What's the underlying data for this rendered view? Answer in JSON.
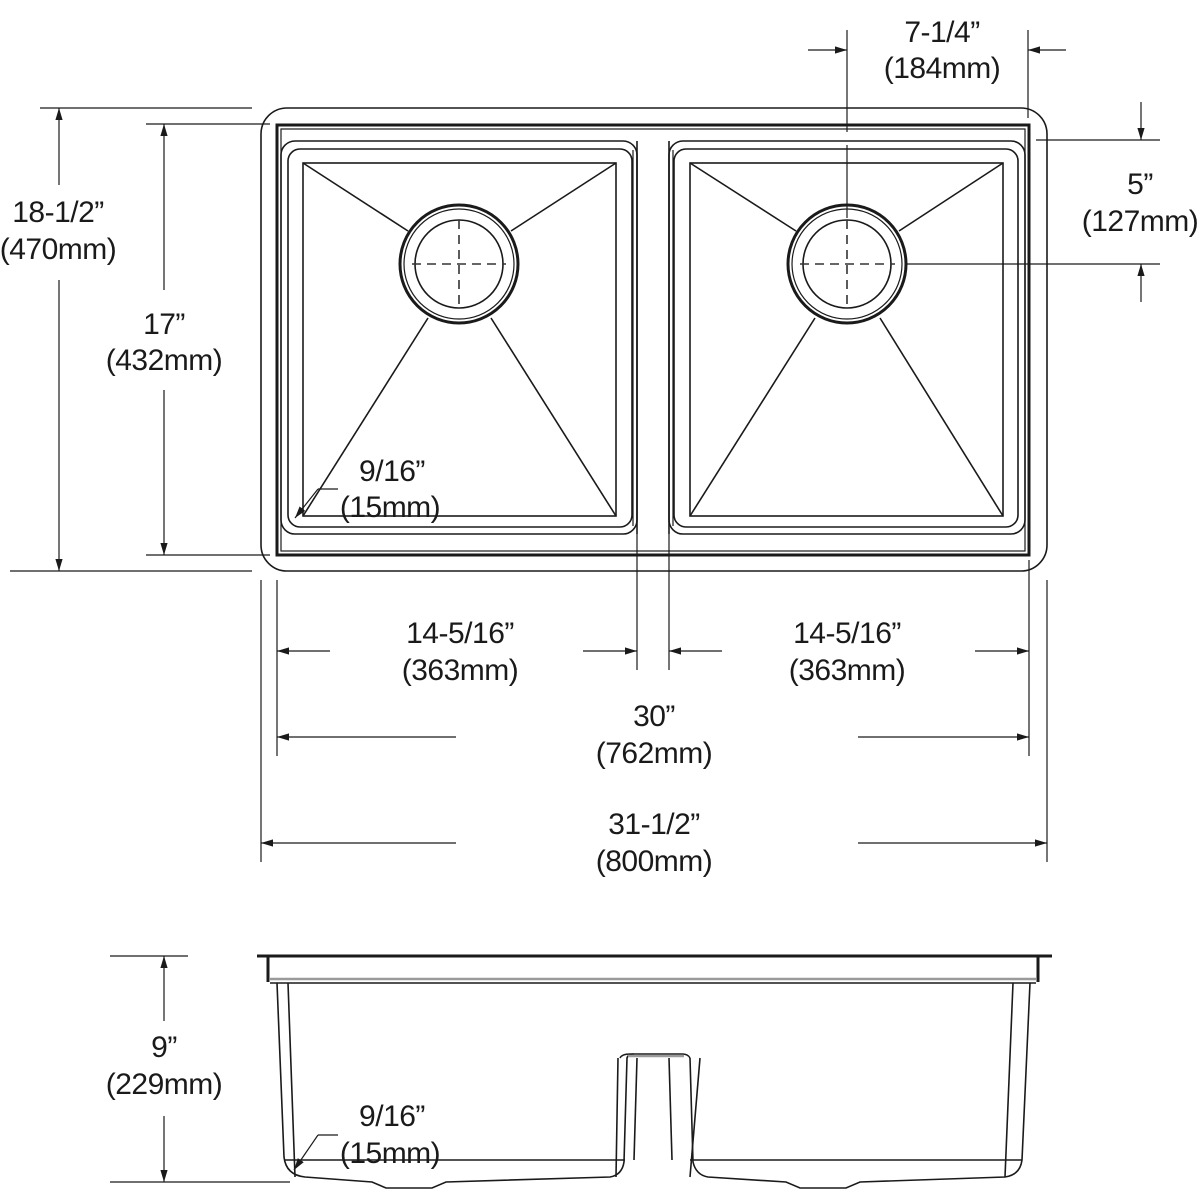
{
  "drawing": {
    "title": "Double bowl undermount sink dimension drawing",
    "line_color": "#1a1a1a",
    "background": "#ffffff"
  },
  "top_view": {
    "overall_depth": {
      "imperial": "18-1/2”",
      "metric": "(470mm)"
    },
    "bowl_depth": {
      "imperial": "17”",
      "metric": "(432mm)"
    },
    "drain_offset_from_side": {
      "imperial": "7-1/4”",
      "metric": "(184mm)"
    },
    "drain_offset_from_back": {
      "imperial": "5”",
      "metric": "(127mm)"
    },
    "corner_radius": {
      "imperial": "9/16”",
      "metric": "(15mm)"
    },
    "left_bowl_width": {
      "imperial": "14-5/16”",
      "metric": "(363mm)"
    },
    "right_bowl_width": {
      "imperial": "14-5/16”",
      "metric": "(363mm)"
    },
    "inside_width": {
      "imperial": "30”",
      "metric": "(762mm)"
    },
    "overall_width": {
      "imperial": "31-1/2”",
      "metric": "(800mm)"
    }
  },
  "front_view": {
    "bowl_height": {
      "imperial": "9”",
      "metric": "(229mm)"
    },
    "bottom_corner_radius": {
      "imperial": "9/16”",
      "metric": "(15mm)"
    }
  }
}
